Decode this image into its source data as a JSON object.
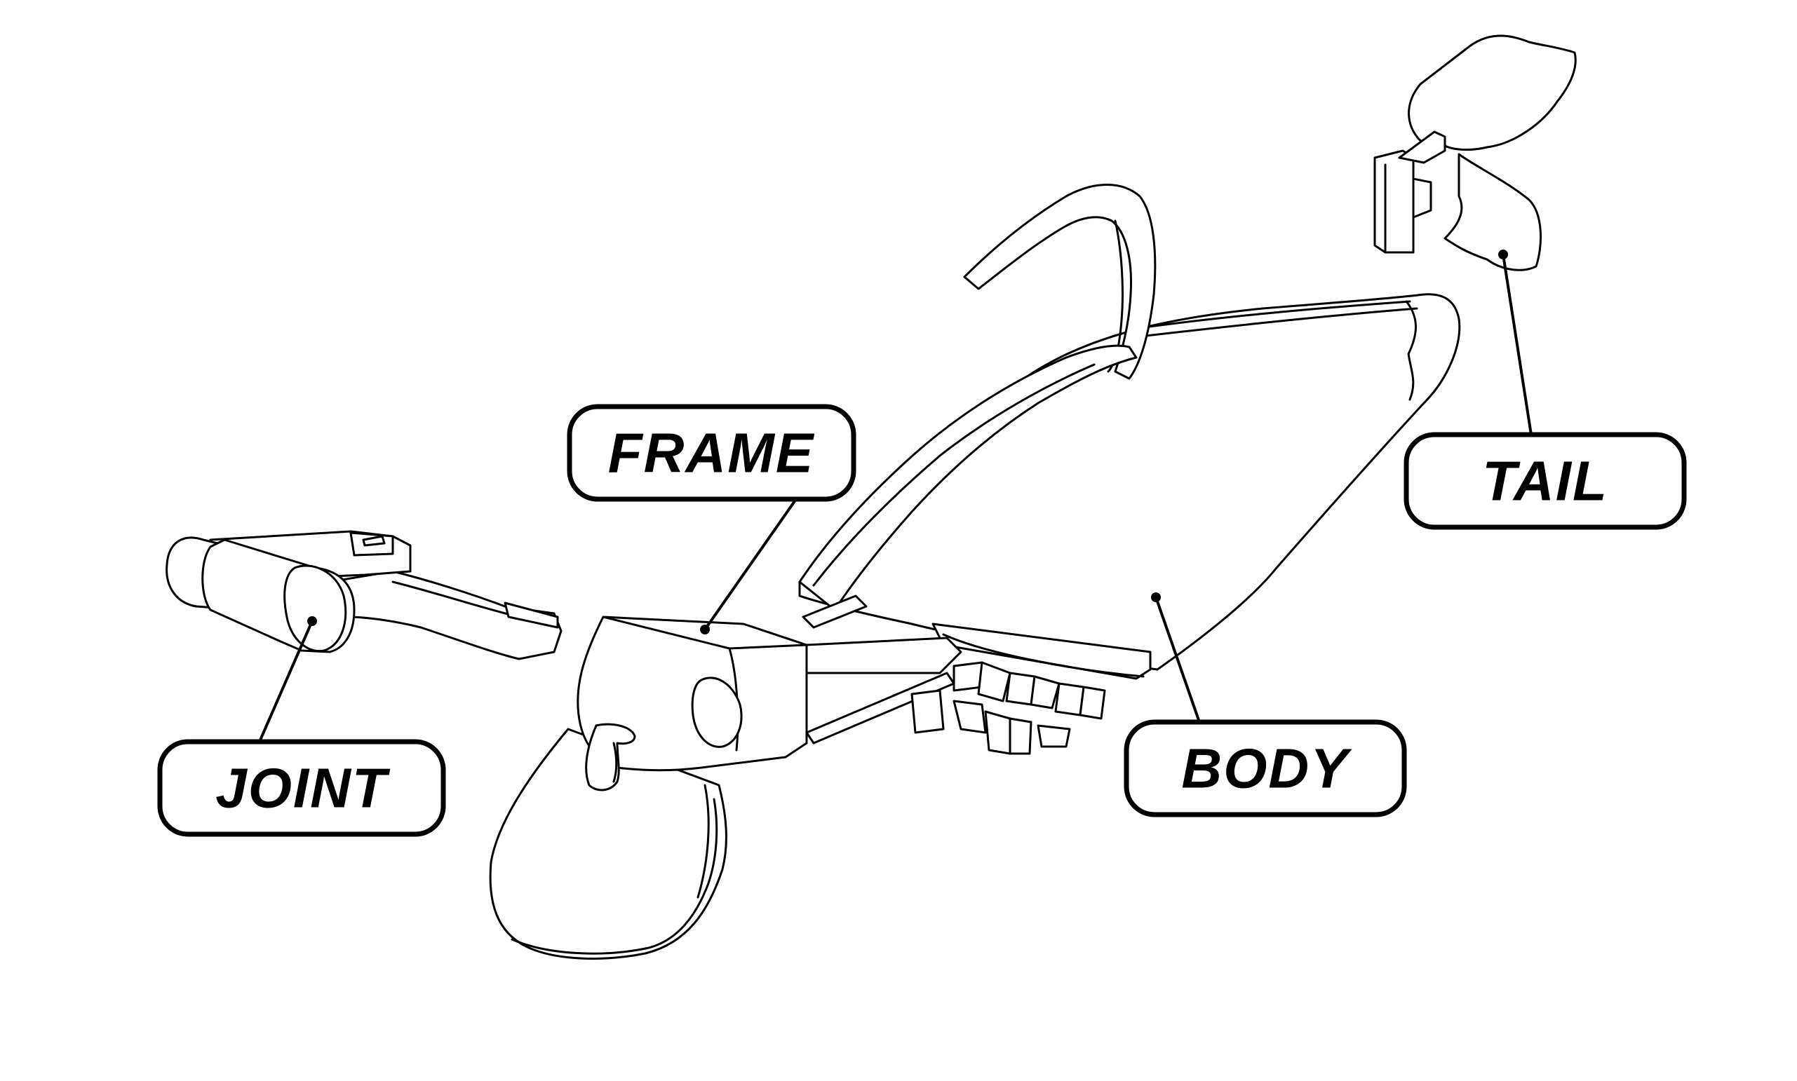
{
  "labels": {
    "frame": "FRAME",
    "joint": "JOINT",
    "body": "BODY",
    "tail": "TAIL"
  },
  "colors": {
    "line": "#000000",
    "background": "#ffffff"
  }
}
